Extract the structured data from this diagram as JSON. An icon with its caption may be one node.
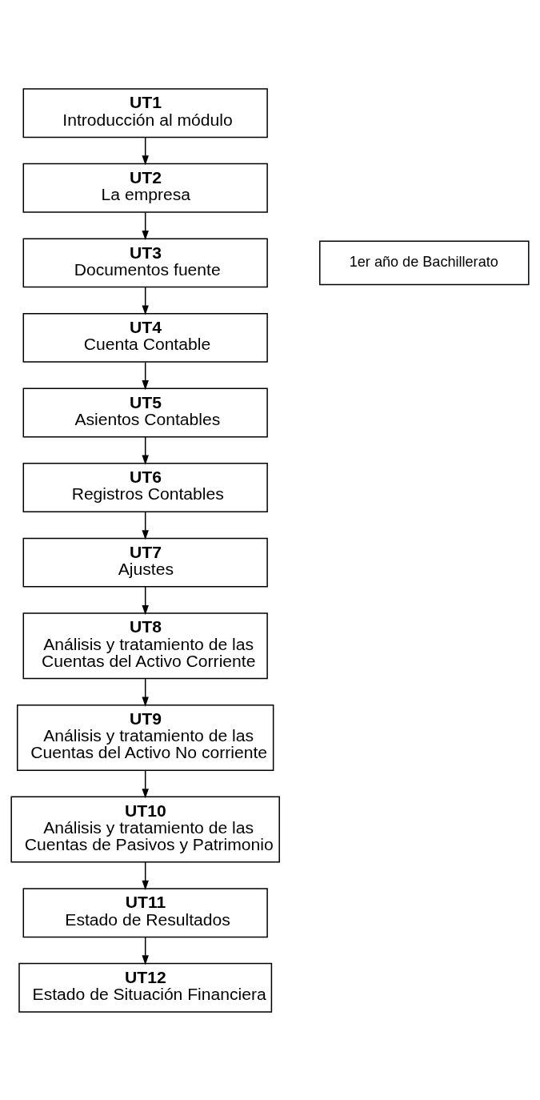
{
  "diagram": {
    "nodes": [
      {
        "text": [
          "UT1",
          "Introducción al módulo"
        ]
      },
      {
        "text": [
          "UT2",
          "La empresa"
        ]
      },
      {
        "text": [
          "UT3",
          "Documentos fuente"
        ]
      },
      {
        "text": [
          "UT4",
          "Cuenta Contable"
        ]
      },
      {
        "text": [
          "UT5",
          "Asientos Contables"
        ]
      },
      {
        "text": [
          "UT6",
          "Registros Contables"
        ]
      },
      {
        "text": [
          "UT7",
          "Ajustes"
        ]
      },
      {
        "text": [
          "UT8",
          "Análisis y tratamiento de las Cuentas del Activo Corriente"
        ]
      },
      {
        "text": [
          "UT9",
          "Análisis y tratamiento de las Cuentas del Activo No corriente"
        ]
      },
      {
        "text": [
          "UT10",
          "Análisis y tratamiento de las Cuentas de Pasivos y Patrimonio"
        ]
      },
      {
        "text": [
          "UT11",
          "Estado de Resultados"
        ]
      },
      {
        "text": [
          "UT12",
          "Estado de Situación Financiera"
        ]
      },
      {
        "text": [
          "1er año de Bachillerato"
        ]
      }
    ],
    "edges": [
      {
        "from": 0,
        "to": 1,
        "arrow": "to"
      },
      {
        "from": 1,
        "to": 2,
        "arrow": "to"
      },
      {
        "from": 2,
        "to": 3,
        "arrow": "to"
      },
      {
        "from": 3,
        "to": 4,
        "arrow": "to"
      },
      {
        "from": 4,
        "to": 5,
        "arrow": "to"
      },
      {
        "from": 5,
        "to": 6,
        "arrow": "to"
      },
      {
        "from": 6,
        "to": 7,
        "arrow": "to"
      },
      {
        "from": 7,
        "to": 8,
        "arrow": "to"
      },
      {
        "from": 8,
        "to": 9,
        "arrow": "to"
      },
      {
        "from": 9,
        "to": 10,
        "arrow": "to"
      },
      {
        "from": 10,
        "to": 11,
        "arrow": "to"
      }
    ]
  }
}
